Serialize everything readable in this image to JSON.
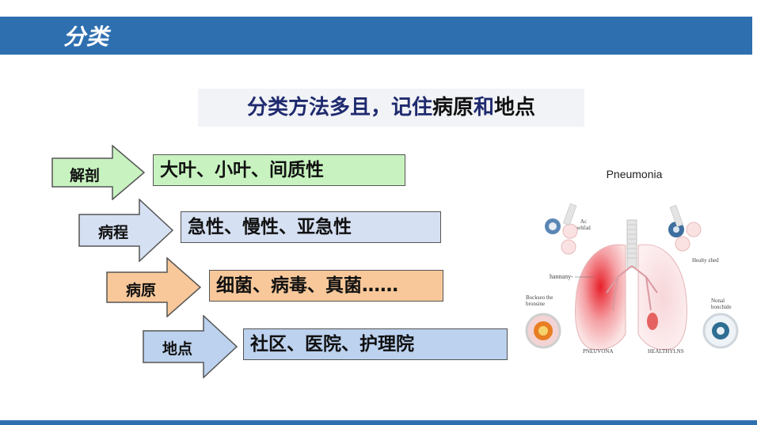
{
  "header": {
    "title": "分类"
  },
  "subtitle": {
    "part1": "分类方法多且，记住",
    "part2": "病原",
    "part3": "和",
    "part4": "地点"
  },
  "rows": [
    {
      "label": "解剖",
      "content": "大叶、小叶、间质性",
      "color": "#c8f3c0"
    },
    {
      "label": "病程",
      "content": "急性、慢性、亚急性",
      "color": "#d5e0f2"
    },
    {
      "label": "病原",
      "content": "细菌、病毒、真菌……",
      "color": "#f8c89a"
    },
    {
      "label": "地点",
      "content": "社区、医院、护理院",
      "color": "#bcd2ee"
    }
  ],
  "figure": {
    "title": "Pneumonia",
    "labels": {
      "top_left": "Ac whfad",
      "top_right": "Healty zhed",
      "hannany": "hannany-",
      "left_circle": "Bockseo the bronsine",
      "right_circle": "Nonal bonchide",
      "bottom_left": "PNEUVONA",
      "bottom_right": "HEALTHYLNS"
    }
  }
}
